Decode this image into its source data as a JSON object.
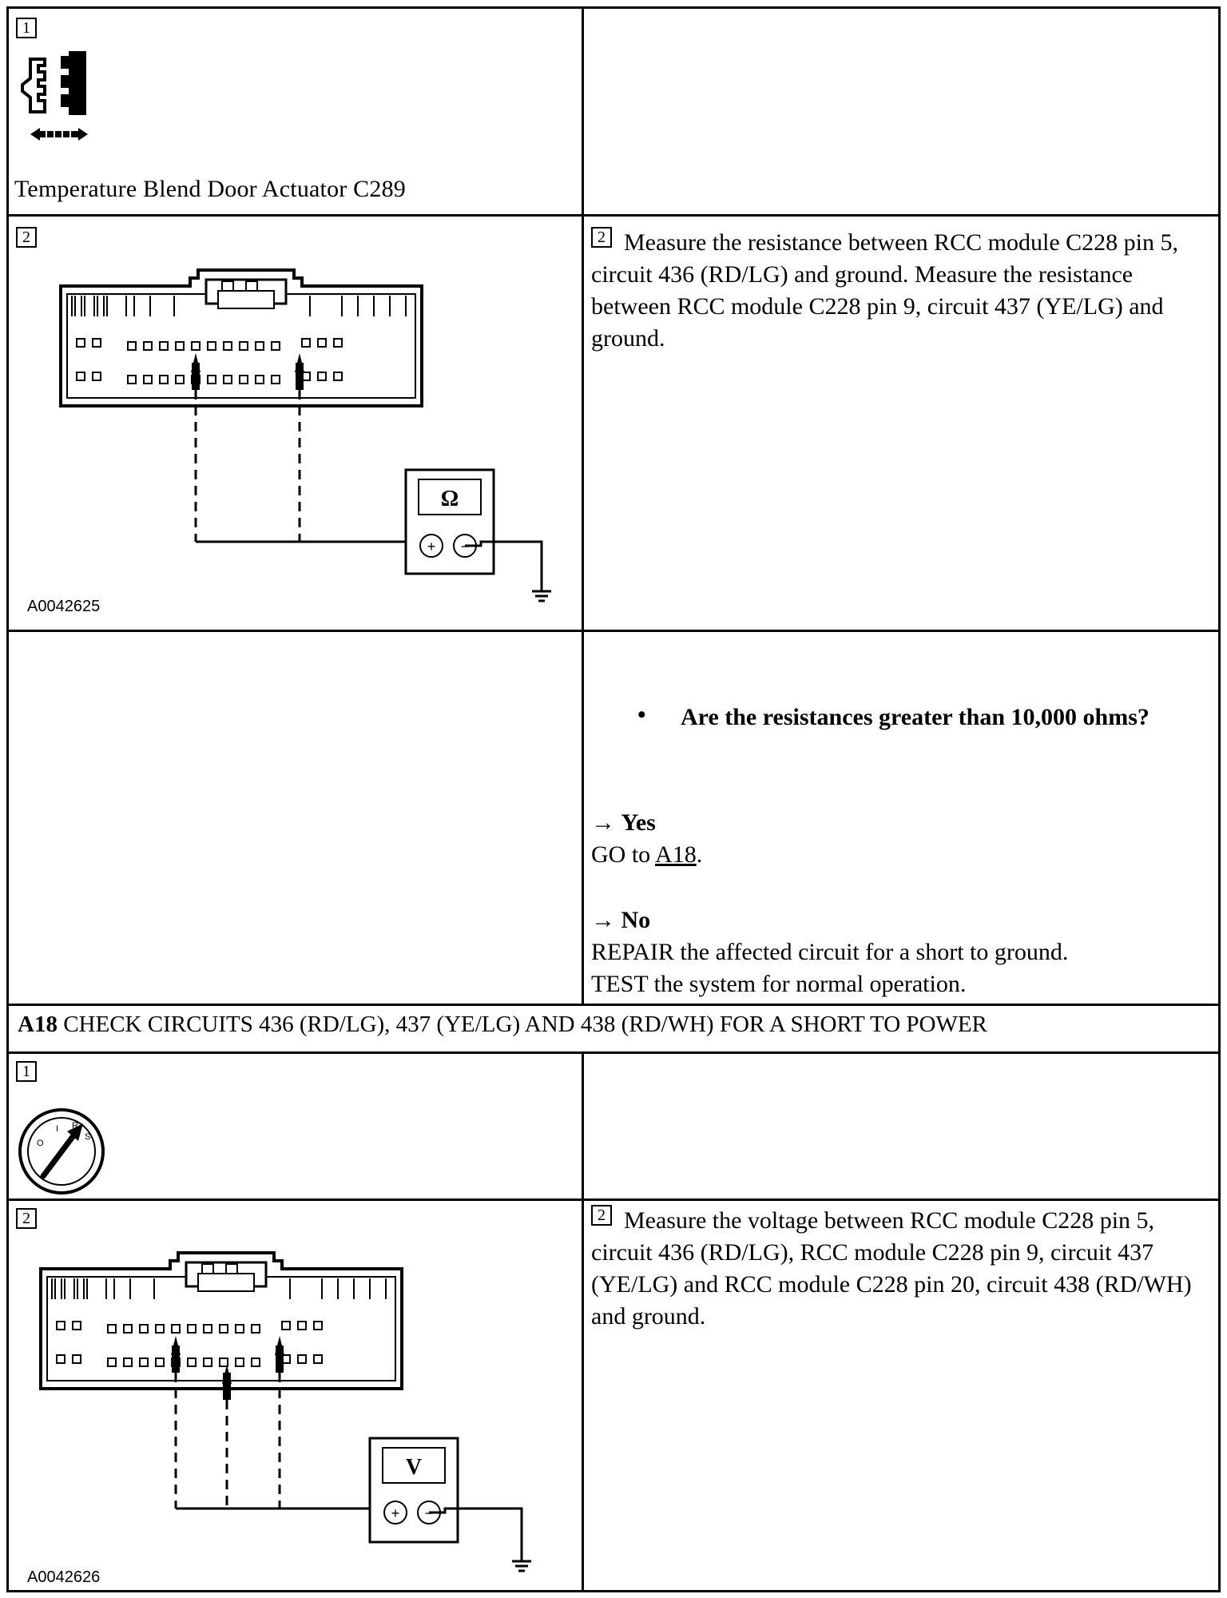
{
  "section_a17": {
    "row1": {
      "step_left": "1",
      "caption": "Temperature Blend Door Actuator C289"
    },
    "row2": {
      "step_left": "2",
      "figure_code": "A0042625",
      "meter_symbol": "Ω",
      "meter_plus": "+",
      "meter_minus": "−",
      "step_right": "2",
      "instruction": "Measure the resistance between RCC module C228 pin 5, circuit 436 (RD/LG) and ground. Measure the resistance between RCC module C228 pin 9, circuit 437 (YE/LG) and ground."
    },
    "row3": {
      "question": "Are the resistances greater than 10,000 ohms?",
      "yes_label": "Yes",
      "yes_action_prefix": "GO to",
      "yes_action_link": "A18",
      "yes_action_suffix": ".",
      "no_label": "No",
      "no_action_line1": "REPAIR the affected circuit for a short to ground.",
      "no_action_line2": "TEST the system for normal operation."
    }
  },
  "section_a18": {
    "header_id": "A18",
    "header_text": "CHECK CIRCUITS 436 (RD/LG), 437 (YE/LG) AND 438 (RD/WH) FOR A SHORT TO POWER",
    "row1": {
      "step_left": "1",
      "ignition_positions": [
        "O",
        "I",
        "R",
        "S"
      ]
    },
    "row2": {
      "step_left": "2",
      "figure_code": "A0042626",
      "meter_symbol": "V",
      "meter_plus": "+",
      "meter_minus": "−",
      "step_right": "2",
      "instruction": "Measure the voltage between RCC module C228 pin 5, circuit 436 (RD/LG), RCC module C228 pin 9, circuit 437 (YE/LG) and RCC module C228 pin 20, circuit 438 (RD/WH) and ground."
    }
  },
  "arrow_glyph": "→",
  "bullet_glyph": "•"
}
